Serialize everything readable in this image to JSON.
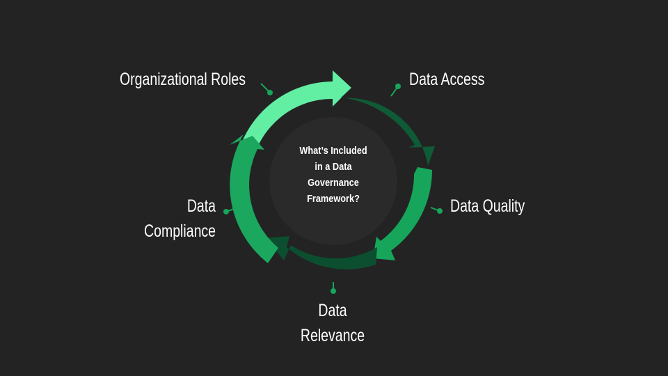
{
  "diagram": {
    "center": [
      "What’s Included",
      "in a Data",
      "Governance",
      "Framework?"
    ],
    "stages": {
      "organizational_roles": "Organizational Roles",
      "data_access": "Data Access",
      "data_quality": "Data Quality",
      "data_compliance": [
        "Data",
        "Compliance"
      ],
      "data_relevance": [
        "Data",
        "Relevance"
      ]
    }
  },
  "colors": {
    "background": "#232323",
    "center_disc": "#2a2a2a",
    "segment_roles": "#62eea3",
    "segment_access": "#0f5a37",
    "segment_quality": "#17a55b",
    "segment_relevance": "#0c4e30",
    "segment_compliance": "#1ba75e",
    "connector": "#17a55b"
  }
}
